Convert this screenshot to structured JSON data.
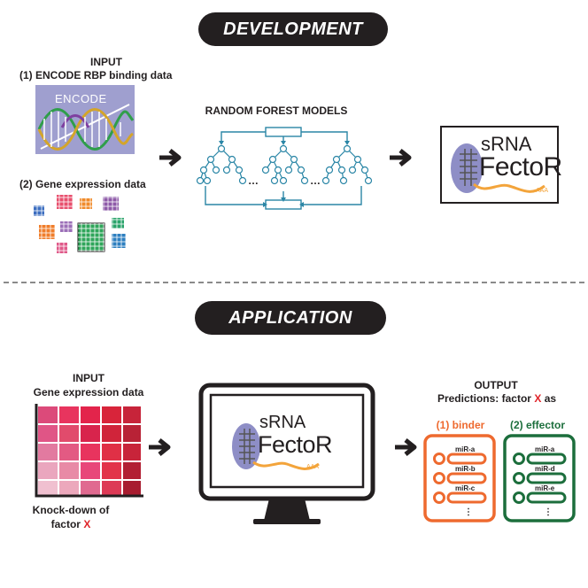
{
  "development": {
    "title": "DEVELOPMENT",
    "input_header": "INPUT",
    "input1": "(1) ENCODE RBP binding data",
    "encode_logo": "ENCODE",
    "input2": "(2) Gene expression data",
    "models_title": "RANDOM FOREST MODELS",
    "ellipsis": "…"
  },
  "logo": {
    "line1": "sRNA",
    "line2": "FectoR",
    "tail": "AAA"
  },
  "application": {
    "title": "APPLICATION",
    "input_header": "INPUT",
    "input_sub": "Gene expression data",
    "knockdown_line1": "Knock-down of",
    "knockdown_line2_prefix": "factor",
    "factor_symbol": "X",
    "output_header": "OUTPUT",
    "predictions_prefix": "Predictions: factor",
    "predictions_suffix": "as",
    "binder_label": "(1) binder",
    "effector_label": "(2) effector",
    "binder_mirs": [
      "miR-a",
      "miR-b",
      "miR-c"
    ],
    "effector_mirs": [
      "miR-a",
      "miR-d",
      "miR-e"
    ],
    "more": "⋮"
  },
  "colors": {
    "dark": "#231f20",
    "teal": "#2a86a6",
    "binder": "#ee6a2f",
    "effector": "#1c6e3c",
    "factor_red": "#e0242a",
    "logo_purple": "#8e8ec6",
    "logo_orange": "#f3a43b"
  }
}
